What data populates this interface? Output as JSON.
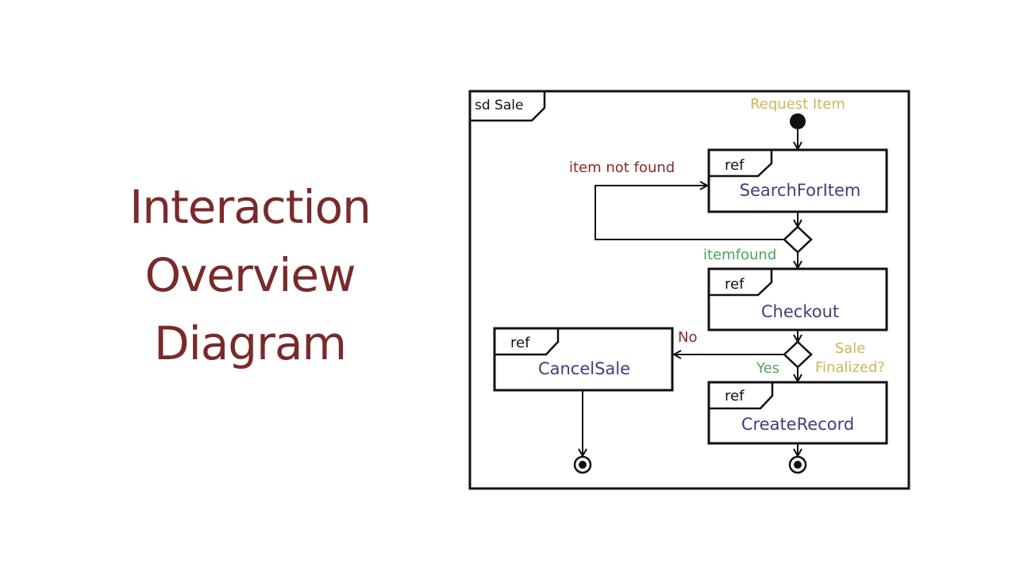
{
  "title": {
    "lines": [
      "Interaction",
      "Overview",
      "Diagram"
    ]
  },
  "colors": {
    "title": "#7a2a2a",
    "ref_name": "#3f3f7a",
    "guard_red": "#8a2a2a",
    "guard_green": "#4aa65a",
    "guard_yellow": "#c9b85a",
    "stroke": "#111111"
  },
  "diagram": {
    "frame_label": "sd  Sale",
    "start_label": "Request Item",
    "refs": [
      {
        "tag": "ref",
        "name": "SearchForItem"
      },
      {
        "tag": "ref",
        "name": "Checkout"
      },
      {
        "tag": "ref",
        "name": "CancelSale"
      },
      {
        "tag": "ref",
        "name": "CreateRecord"
      }
    ],
    "guards": {
      "not_found": "item not found",
      "found": "itemfound",
      "no": "No",
      "yes": "Yes",
      "decision_line1": "Sale",
      "decision_line2": "Finalized?"
    }
  }
}
